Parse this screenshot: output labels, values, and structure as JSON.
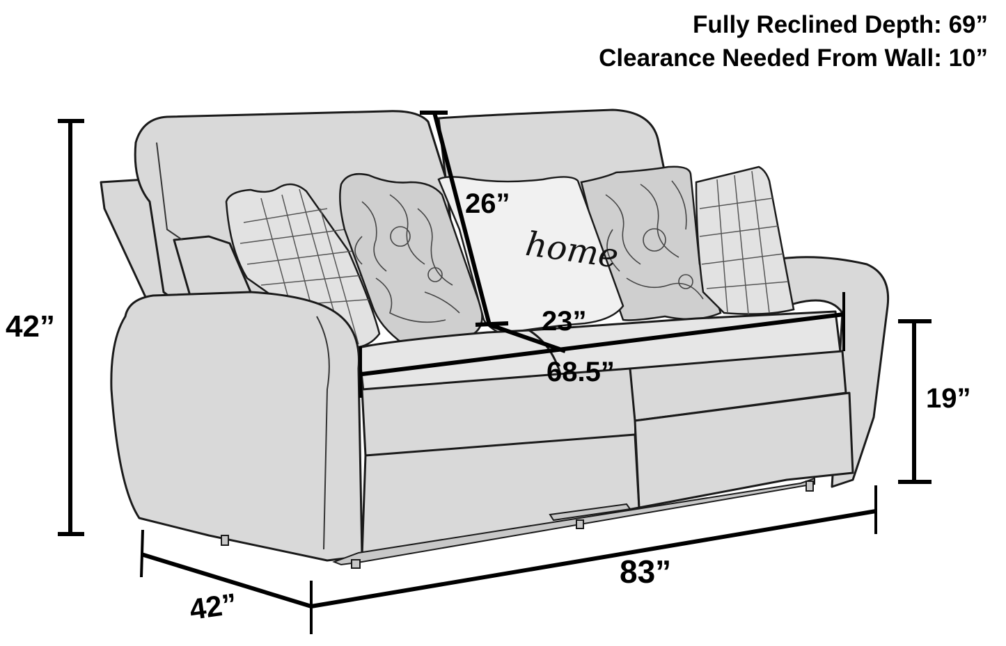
{
  "header": {
    "reclined_depth": "Fully Reclined Depth: 69”",
    "wall_clearance": "Clearance Needed From Wall: 10”"
  },
  "dimensions": {
    "overall_height": {
      "label": "42”",
      "value_in": 42,
      "axis": "height"
    },
    "overall_depth": {
      "label": "42”",
      "value_in": 42,
      "axis": "depth"
    },
    "overall_width": {
      "label": "83”",
      "value_in": 83,
      "axis": "width"
    },
    "seat_height": {
      "label": "19”",
      "value_in": 19,
      "axis": "seat height"
    },
    "back_height": {
      "label": "26”",
      "value_in": 26,
      "axis": "back height from seat"
    },
    "seat_depth": {
      "label": "23”",
      "value_in": 23,
      "axis": "seat depth"
    },
    "seat_width": {
      "label": "68.5”",
      "value_in": 68.5,
      "axis": "seat width"
    }
  },
  "pillows": {
    "center_text": "home",
    "patterns": [
      "plaid",
      "paisley",
      "home",
      "paisley",
      "plaid"
    ]
  },
  "colors": {
    "dimension_line": "#000000",
    "sofa_fill": "#d9d9d9",
    "background": "#ffffff"
  }
}
